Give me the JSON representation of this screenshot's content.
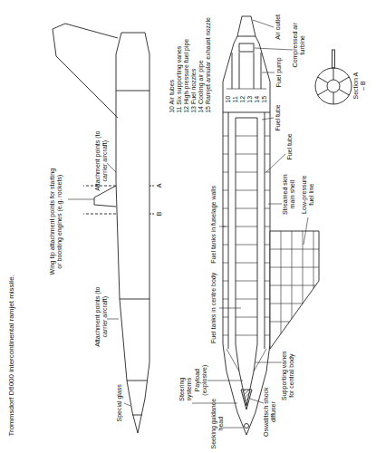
{
  "diagram": {
    "caption": "Trommsdorf D6000 intercontinental ramjet missile.",
    "labels": [
      "Special glass",
      "Attachment points (to carrier aircraft)",
      "Attachment points (to carrier aircraft)",
      "Wing tip attachment points for starting or boosting engines (e.g. rockets)",
      "A",
      "B",
      "10 Air tubes",
      "11 Six supporting vanes",
      "12 High-pressure fuel pipe",
      "13 Fuel nozzles",
      "14 Cooling air pipe",
      "15 Ramjet annular exhaust nozzle",
      "10",
      "11",
      "12",
      "13",
      "14",
      "15",
      "Air outlet",
      "Compressed air turbine",
      "Fuel pump",
      "Fuel tube",
      "Fuel tube",
      "Section A – B",
      "Streamed skin main shell",
      "Low-pressure fuel line",
      "Fuel tanks in fuselage walls",
      "Fuel tanks in centre body",
      "Supporting vanes for central body",
      "Payload (explosive)",
      "Steering systems",
      "Oswatitsch shock diffuser",
      "Seeking guidance head"
    ]
  }
}
